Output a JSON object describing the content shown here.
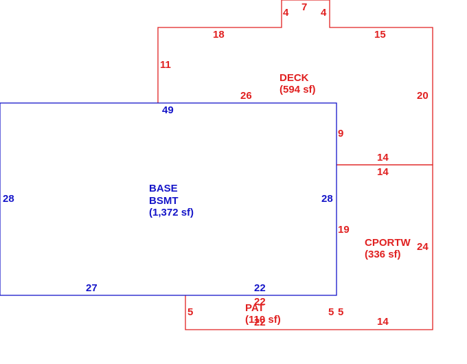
{
  "colors": {
    "red": "#e02020",
    "blue": "#1414c8",
    "background": "#ffffff"
  },
  "areas": {
    "base": {
      "name": "BASE",
      "sub": "BSMT",
      "area": "(1,372 sf)"
    },
    "deck": {
      "name": "DECK",
      "area": "(594 sf)"
    },
    "cportw": {
      "name": "CPORTW",
      "area": "(336 sf)"
    },
    "pat": {
      "name": "PAT",
      "area": "(110 sf)"
    }
  },
  "dims": {
    "deck_bump_left": "4",
    "deck_bump_top": "7",
    "deck_bump_right": "4",
    "deck_top_left": "18",
    "deck_top_right": "15",
    "deck_left": "11",
    "deck_right": "20",
    "deck_bottom": "26",
    "deck_inner": "9",
    "base_top": "49",
    "base_left": "28",
    "base_right": "28",
    "base_bottom_left": "27",
    "base_bottom_right": "22",
    "cport_top_upper": "14",
    "cport_top_lower": "14",
    "cport_left": "19",
    "cport_right": "24",
    "cport_bottom": "14",
    "cport_left_lower": "5",
    "pat_top": "22",
    "pat_bottom": "22",
    "pat_left": "5",
    "pat_right": "5"
  }
}
